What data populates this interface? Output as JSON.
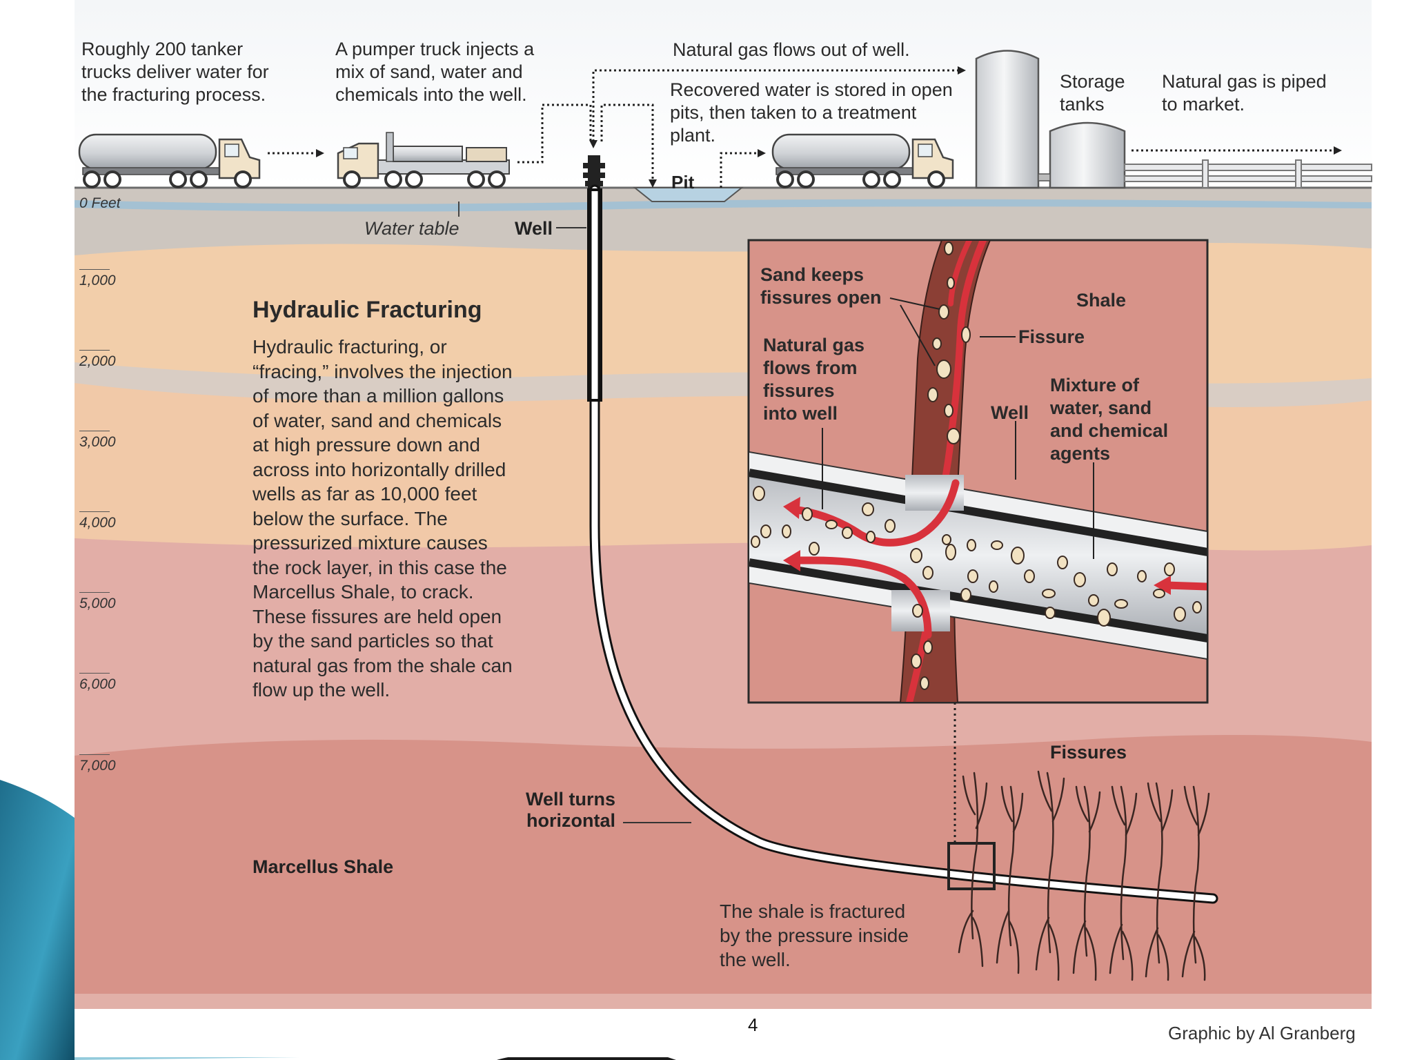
{
  "captions": {
    "tankers": "Roughly 200 tanker\ntrucks deliver water for\nthe fracturing process.",
    "pumper": "A pumper truck injects a\nmix of sand, water and\nchemicals into the well.",
    "gas_flows": "Natural gas flows out of well.",
    "recovered": "Recovered water is stored in open\npits, then taken to a treatment\nplant.",
    "storage": "Storage\ntanks",
    "piped": "Natural gas is piped\nto market.",
    "pit": "Pit",
    "water_table": "Water table",
    "well": "Well",
    "zero_feet": "0 Feet",
    "well_turns": "Well turns\nhorizontal",
    "marcellus": "Marcellus Shale",
    "fissures": "Fissures",
    "fractured": "The shale is fractured\nby the pressure inside\nthe well.",
    "credit": "Graphic by Al Granberg",
    "page_number": "4"
  },
  "depths": [
    "1,000",
    "2,000",
    "3,000",
    "4,000",
    "5,000",
    "6,000",
    "7,000"
  ],
  "article": {
    "title": "Hydraulic Fracturing",
    "body": "Hydraulic fracturing, or\n“fracing,” involves the injection\nof more than a million gallons\nof water, sand and chemicals\nat high pressure down and\nacross into horizontally drilled\nwells as far as 10,000 feet\nbelow the surface. The\npressurized mixture causes\nthe rock layer, in this case the\nMarcellus Shale, to crack.\nThese fissures are held open\nby the sand particles so that\nnatural gas from the shale can\nflow up the well."
  },
  "inset": {
    "sand": "Sand keeps\nfissures open",
    "shale": "Shale",
    "fissure": "Fissure",
    "natural_gas": "Natural gas\nflows from\nfissures\ninto well",
    "well": "Well",
    "mixture": "Mixture of\nwater, sand\nand chemical\nagents"
  },
  "colors": {
    "surface_gray": "#cdc6bf",
    "sand_layer": "#f2ceaa",
    "pink_layer": "#e2aea7",
    "shale_layer": "#d79389",
    "fissure_brown": "#8b3f35",
    "gas_red": "#d8323c"
  }
}
